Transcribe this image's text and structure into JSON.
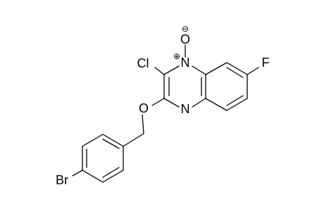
{
  "molecule": {
    "atoms": {
      "o_oxide": "O",
      "o_oxide_charge": "⊖",
      "n_oxide": "N",
      "n_oxide_charge": "⊕",
      "cl": "Cl",
      "f": "F",
      "o_ether": "O",
      "n_ring": "N",
      "br": "Br"
    }
  }
}
